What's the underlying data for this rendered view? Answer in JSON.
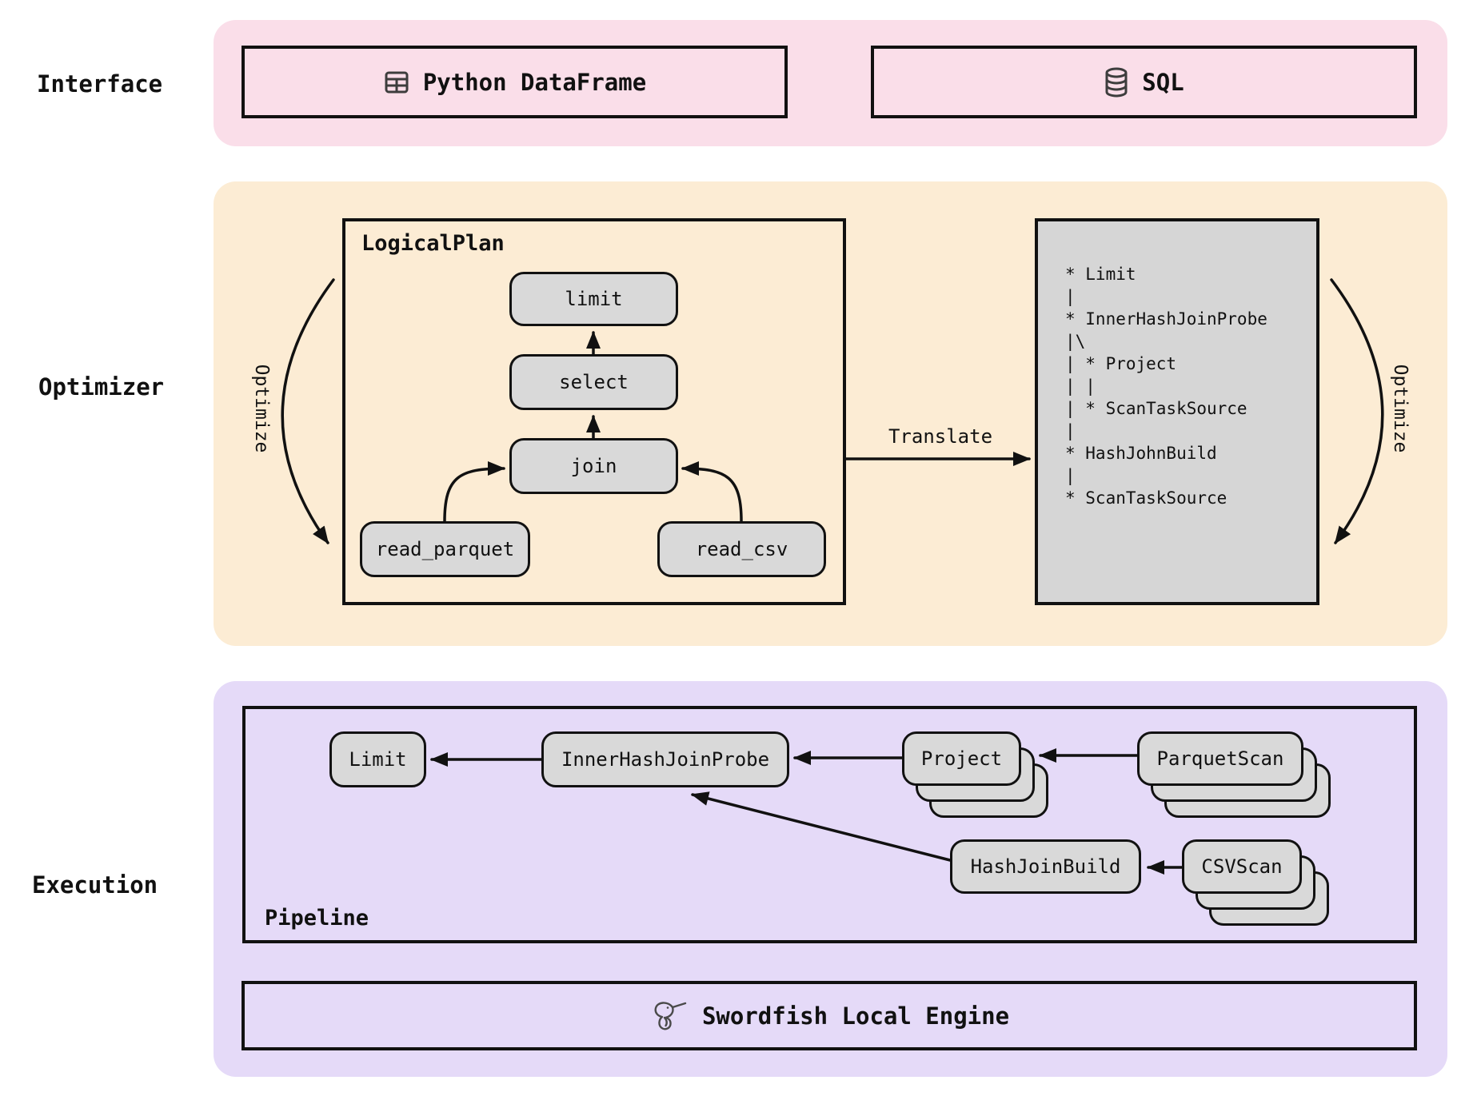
{
  "colors": {
    "interface_band": "#fadee9",
    "optimizer_band": "#fcecd4",
    "execution_band": "#e5daf8",
    "node_fill": "#d9d9d9",
    "plan_box_fill": "#d6d6d6",
    "line": "#111111"
  },
  "sections": {
    "interface": {
      "label": "Interface"
    },
    "optimizer": {
      "label": "Optimizer"
    },
    "execution": {
      "label": "Execution"
    }
  },
  "interface": {
    "python_box": {
      "icon": "table-icon",
      "label": "Python DataFrame"
    },
    "sql_box": {
      "icon": "database-icon",
      "label": "SQL"
    }
  },
  "optimizer": {
    "logical_plan": {
      "title": "LogicalPlan",
      "nodes": [
        {
          "label": "limit"
        },
        {
          "label": "select"
        },
        {
          "label": "join"
        },
        {
          "label": "read_parquet"
        },
        {
          "label": "read_csv"
        }
      ]
    },
    "optimize_left_label": "Optimize",
    "optimize_right_label": "Optimize",
    "translate_label": "Translate",
    "physical_plan_text": "* Limit\n|\n* InnerHashJoinProbe\n|\\\n| * Project\n| |\n| * ScanTaskSource\n|\n* HashJohnBuild\n|\n* ScanTaskSource"
  },
  "execution": {
    "pipeline": {
      "title": "Pipeline",
      "nodes": [
        {
          "label": "Limit"
        },
        {
          "label": "InnerHashJoinProbe"
        },
        {
          "label": "Project"
        },
        {
          "label": "ParquetScan"
        },
        {
          "label": "HashJoinBuild"
        },
        {
          "label": "CSVScan"
        }
      ]
    },
    "engine": {
      "icon": "swordfish-icon",
      "label": "Swordfish Local Engine"
    }
  }
}
